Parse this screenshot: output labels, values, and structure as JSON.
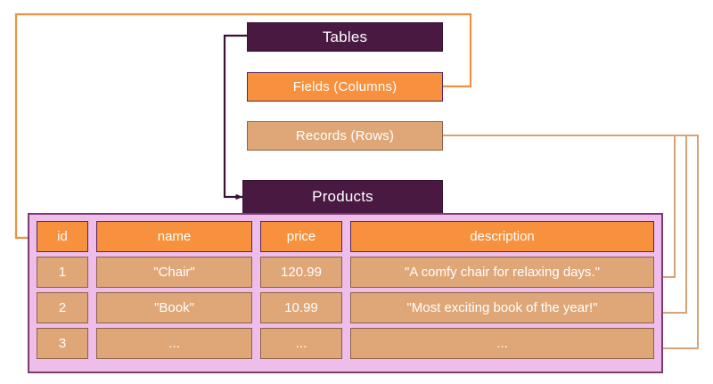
{
  "diagram": {
    "title": "Database tables concept diagram",
    "colors": {
      "dark_purple": "#4a1942",
      "orange": "#f7913d",
      "tan": "#dfa778",
      "panel_pink": "#eebde9",
      "panel_border": "#7c3b72",
      "background": "#ffffff"
    }
  },
  "concepts": {
    "tables": "Tables",
    "fields": "Fields (Columns)",
    "records": "Records (Rows)",
    "products": "Products"
  },
  "table": {
    "name": "Products",
    "columns": [
      "id",
      "name",
      "price",
      "description"
    ],
    "rows": [
      [
        "1",
        "\"Chair\"",
        "120.99",
        "\"A comfy chair for relaxing days.\""
      ],
      [
        "2",
        "\"Book\"",
        "10.99",
        "\"Most exciting book of the year!\""
      ],
      [
        "3",
        "...",
        "...",
        "..."
      ]
    ]
  },
  "connectors": [
    {
      "name": "tables-to-products",
      "from": "Tables",
      "to": "Products",
      "color": "#3a1234"
    },
    {
      "name": "fields-to-header-row",
      "from": "Fields (Columns)",
      "to": "id",
      "color": "#f0913f"
    },
    {
      "name": "records-to-row-1",
      "from": "Records (Rows)",
      "to": "row 1",
      "color": "#d6a377"
    },
    {
      "name": "records-to-row-2",
      "from": "Records (Rows)",
      "to": "row 2",
      "color": "#d6a377"
    },
    {
      "name": "records-to-row-3",
      "from": "Records (Rows)",
      "to": "row 3",
      "color": "#d6a377"
    }
  ]
}
